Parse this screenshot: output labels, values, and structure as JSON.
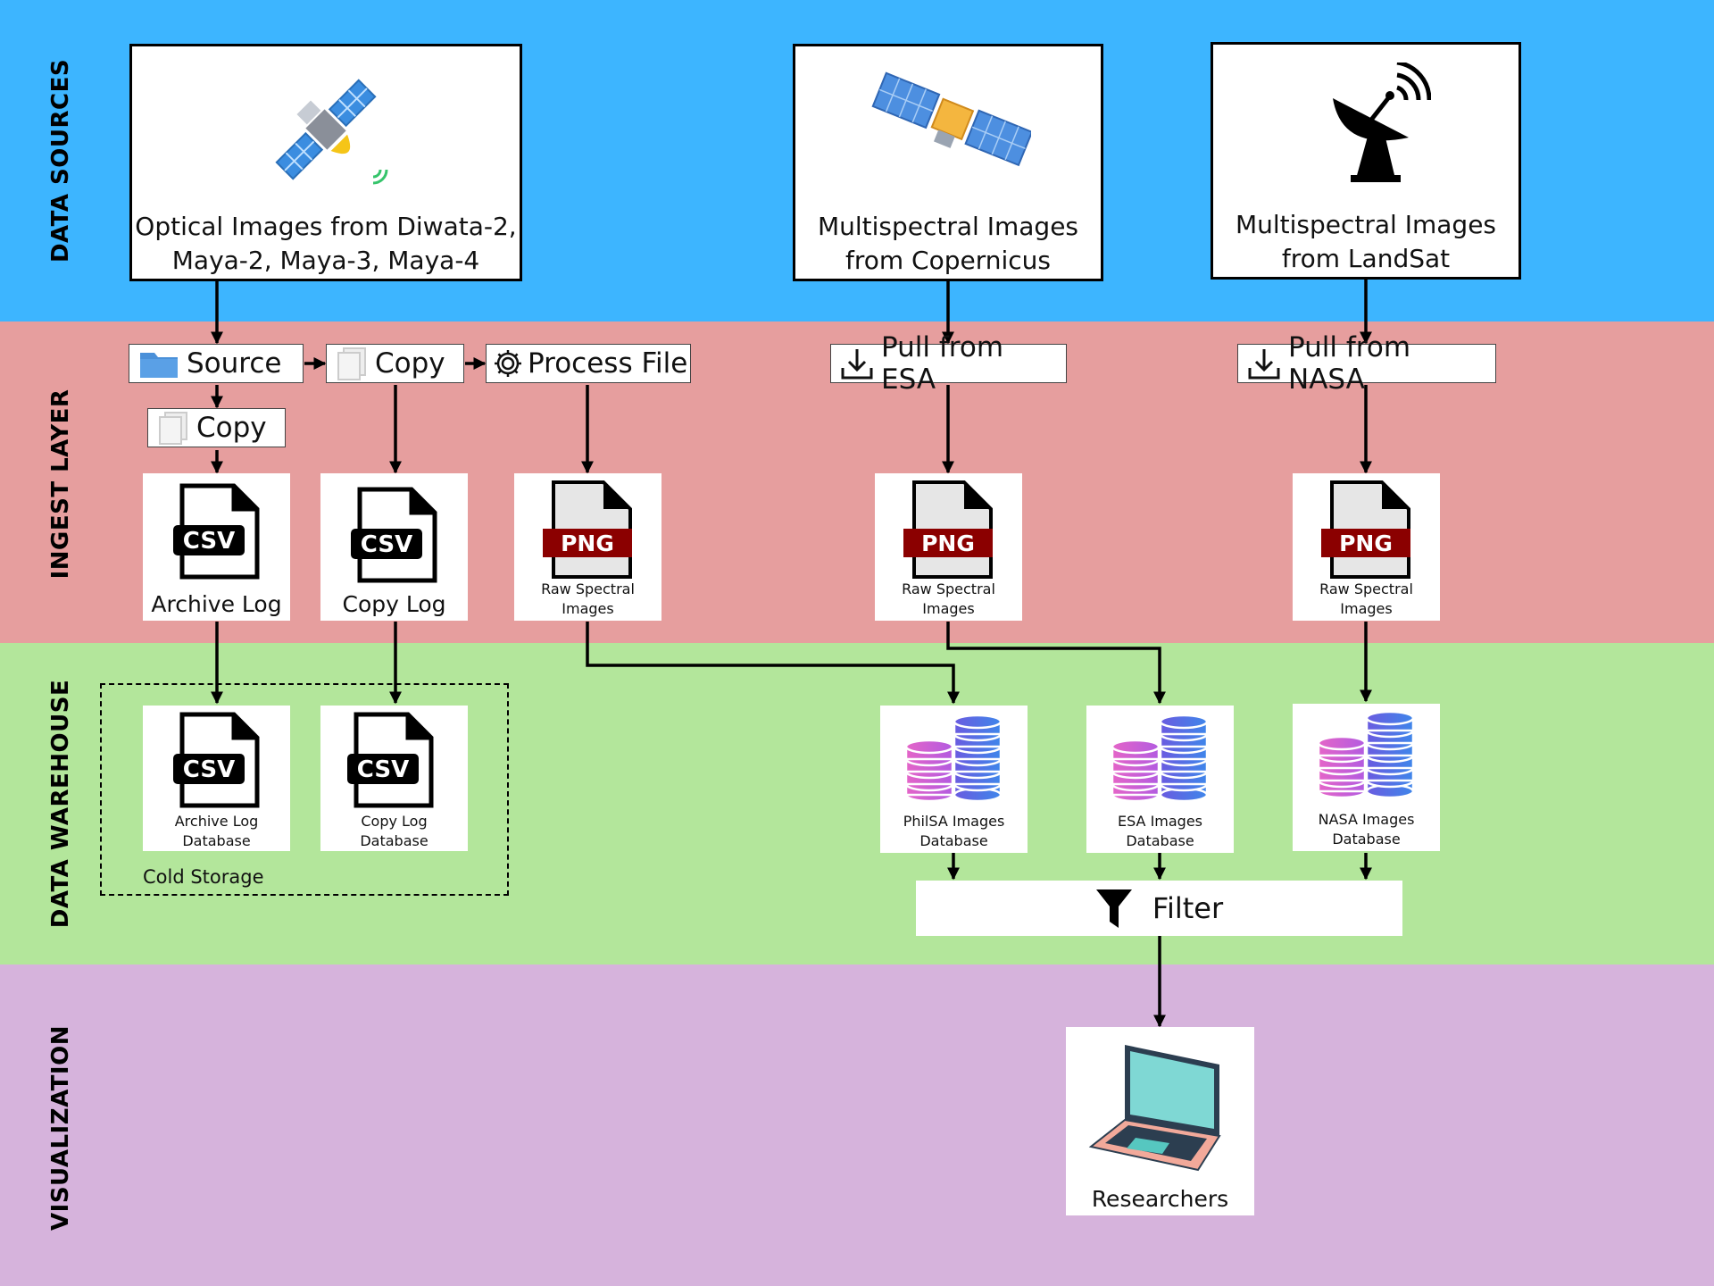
{
  "colors": {
    "data_sources": "#3db5ff",
    "ingest_layer": "#e69e9e",
    "data_warehouse": "#b3e69b",
    "visualization": "#d6b3dc",
    "png_badge": "#8b0000",
    "db_pink": "#e465c8",
    "db_blue": "#4f78e8"
  },
  "bands": {
    "data_sources": "DATA SOURCES",
    "ingest_layer": "INGEST LAYER",
    "data_warehouse": "DATA WAREHOUSE",
    "visualization": "VISUALIZATION"
  },
  "sources": {
    "philsa": {
      "line1": "Optical Images from Diwata-2,",
      "line2": "Maya-2, Maya-3, Maya-4",
      "icon": "satellite-icon"
    },
    "copernicus": {
      "line1": "Multispectral Images",
      "line2": "from Copernicus",
      "icon": "satellite-icon"
    },
    "landsat": {
      "line1": "Multispectral Images",
      "line2": "from LandSat",
      "icon": "satellite-dish-icon"
    }
  },
  "ingest": {
    "source": "Source",
    "copy1": "Copy",
    "copy2": "Copy",
    "process_file": "Process File",
    "pull_esa": "Pull from ESA",
    "pull_nasa": "Pull from NASA",
    "csv_badge": "CSV",
    "png_badge": "PNG",
    "archive_log": "Archive Log",
    "copy_log": "Copy Log",
    "raw_spectral": "Raw Spectral",
    "images": "Images"
  },
  "warehouse": {
    "archive_db_1": "Archive Log",
    "archive_db_2": "Database",
    "copy_db_1": "Copy Log",
    "copy_db_2": "Database",
    "cold_storage": "Cold Storage",
    "philsa_db_1": "PhilSA Images",
    "philsa_db_2": "Database",
    "esa_db_1": "ESA Images",
    "esa_db_2": "Database",
    "nasa_db_1": "NASA Images",
    "nasa_db_2": "Database",
    "filter": "Filter"
  },
  "visualization": {
    "researchers": "Researchers"
  }
}
